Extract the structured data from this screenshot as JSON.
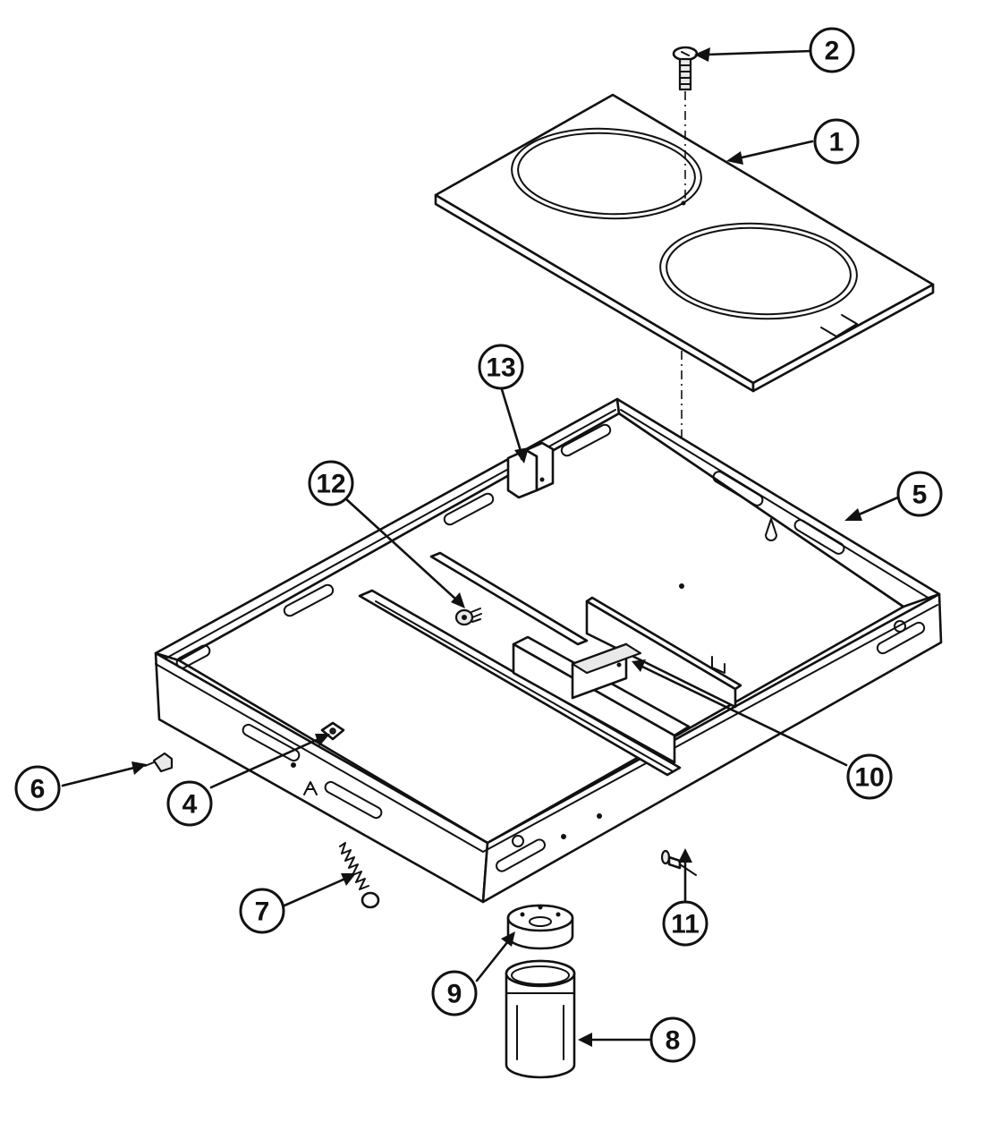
{
  "callouts": [
    {
      "id": "1",
      "label": "1"
    },
    {
      "id": "2",
      "label": "2"
    },
    {
      "id": "4",
      "label": "4"
    },
    {
      "id": "5",
      "label": "5"
    },
    {
      "id": "6",
      "label": "6"
    },
    {
      "id": "7",
      "label": "7"
    },
    {
      "id": "8",
      "label": "8"
    },
    {
      "id": "9",
      "label": "9"
    },
    {
      "id": "10",
      "label": "10"
    },
    {
      "id": "11",
      "label": "11"
    },
    {
      "id": "12",
      "label": "12"
    },
    {
      "id": "13",
      "label": "13"
    }
  ],
  "colors": {
    "line": "#111111",
    "background": "#ffffff"
  }
}
